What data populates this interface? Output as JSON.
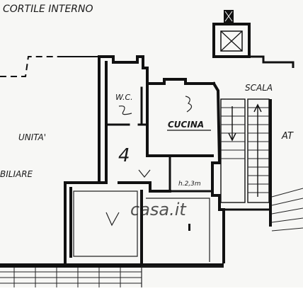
{
  "labels": {
    "courtyard": "CORTILE   INTERNO",
    "unit_left_1": "UNITA'",
    "unit_left_2": "BILIARE",
    "wc": "W.C.",
    "kitchen": "CUCINA",
    "unit_number": "4",
    "height": "h.2,3m",
    "stairs": "SCALA",
    "right_partial": "AT",
    "watermark": "casa.it"
  },
  "colors": {
    "ink": "#111111",
    "paper": "#f7f7f5",
    "watermark": "#c9c9c9"
  }
}
